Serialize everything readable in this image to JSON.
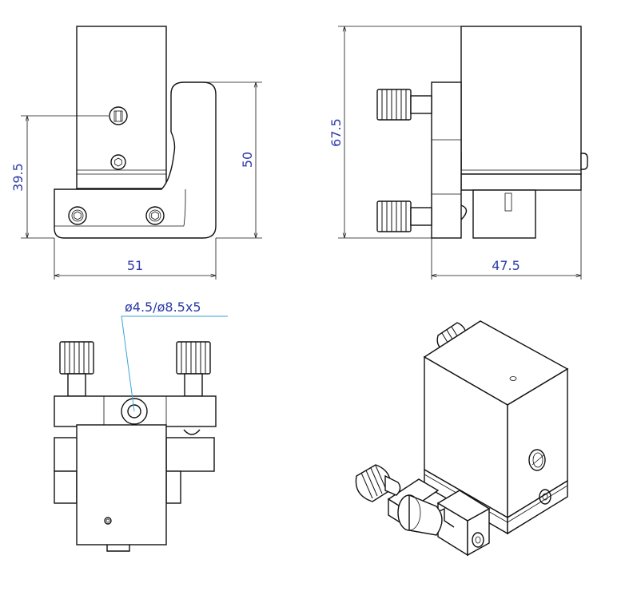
{
  "dimensions": {
    "front_height_hole": "39.5",
    "front_height_total": "50",
    "front_width": "51",
    "side_height": "67.5",
    "side_width": "47.5",
    "hole_callout": "ø4.5/ø8.5x5"
  },
  "colors": {
    "lines": "#111111",
    "dimension_text": "#2b3aa8",
    "leader": "#3aa6d8",
    "background": "#ffffff"
  }
}
